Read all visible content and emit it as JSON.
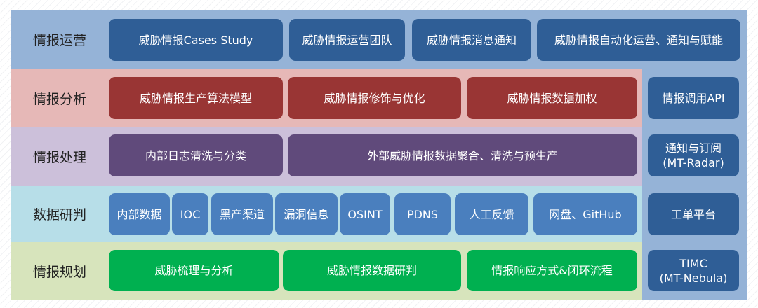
{
  "colors": {
    "ops": "#95b3d7",
    "analysis": "#e6b8b7",
    "processing": "#ccc0da",
    "data": "#b7dee8",
    "planning": "#d7e4bc",
    "side": "#95b3d7"
  },
  "rows": [
    {
      "label": "情报运营",
      "items": [
        "威胁情报Cases Study",
        "威胁情报运营团队",
        "威胁情报消息通知",
        "威胁情报自动化运营、通知与赋能"
      ]
    },
    {
      "label": "情报分析",
      "items": [
        "威胁情报生产算法模型",
        "威胁情报修饰与优化",
        "威胁情报数据加权"
      ]
    },
    {
      "label": "情报处理",
      "items": [
        "内部日志清洗与分类",
        "外部威胁情报数据聚合、清洗与预生产"
      ]
    },
    {
      "label": "数据研判",
      "items": [
        "内部数据",
        "IOC",
        "黑产渠道",
        "漏洞信息",
        "OSINT",
        "PDNS",
        "人工反馈",
        "网盘、GitHub"
      ]
    },
    {
      "label": "情报规划",
      "items": [
        "威胁梳理与分析",
        "威胁情报数据研判",
        "情报响应方式&闭环流程"
      ]
    }
  ],
  "side": [
    {
      "line1": "情报调用API",
      "line2": ""
    },
    {
      "line1": "通知与订阅",
      "line2": "(MT-Radar)"
    },
    {
      "line1": "工单平台",
      "line2": ""
    },
    {
      "line1": "TIMC",
      "line2": "(MT-Nebula)"
    }
  ]
}
